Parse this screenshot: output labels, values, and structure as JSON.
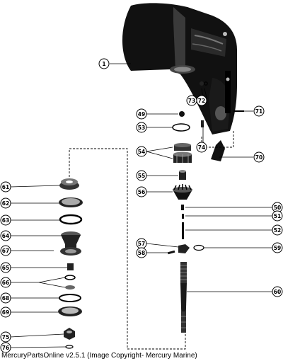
{
  "diagram": {
    "footer": "MercuryPartsOnline v2.5.1 (Image Copyright- Mercury Marine)",
    "callouts": [
      "1",
      "73",
      "72",
      "49",
      "71",
      "53",
      "74",
      "54",
      "70",
      "55",
      "61",
      "56",
      "62",
      "50",
      "63",
      "51",
      "52",
      "64",
      "57",
      "67",
      "58",
      "59",
      "65",
      "66",
      "68",
      "60",
      "69",
      "75",
      "76"
    ]
  }
}
